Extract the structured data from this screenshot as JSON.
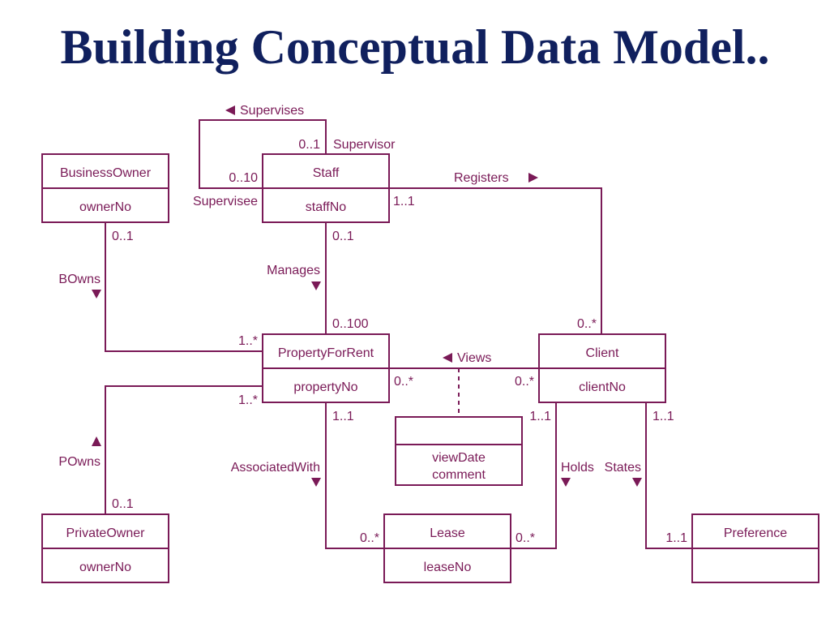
{
  "title": "Building Conceptual Data Model..",
  "colors": {
    "title": "#10205e",
    "diagram": "#7a1a57",
    "background": "#ffffff"
  },
  "entities": {
    "business_owner": {
      "name": "BusinessOwner",
      "attrs": [
        "ownerNo"
      ]
    },
    "staff": {
      "name": "Staff",
      "attrs": [
        "staffNo"
      ]
    },
    "property_for_rent": {
      "name": "PropertyForRent",
      "attrs": [
        "propertyNo"
      ]
    },
    "client": {
      "name": "Client",
      "attrs": [
        "clientNo"
      ]
    },
    "private_owner": {
      "name": "PrivateOwner",
      "attrs": [
        "ownerNo"
      ]
    },
    "lease": {
      "name": "Lease",
      "attrs": [
        "leaseNo"
      ]
    },
    "preference": {
      "name": "Preference",
      "attrs": []
    },
    "views_assoc": {
      "name": "",
      "attrs": [
        "viewDate",
        "comment"
      ]
    }
  },
  "relationships": {
    "supervises": {
      "label": "Supervises",
      "arrow": "left-triangle",
      "from_mult": "0..1",
      "from_role": "Supervisor",
      "to_mult": "0..10",
      "to_role": "Supervisee"
    },
    "registers": {
      "label": "Registers",
      "arrow": "right-triangle",
      "from_mult": "1..1",
      "to_mult": "0..*"
    },
    "manages": {
      "label": "Manages",
      "arrow": "down-triangle",
      "from_mult": "0..1",
      "to_mult": "0..100"
    },
    "bowns": {
      "label": "BOwns",
      "arrow": "down-triangle",
      "from_mult": "0..1",
      "to_mult": "1..*"
    },
    "views": {
      "label": "Views",
      "arrow": "left-triangle",
      "from_mult": "0..*",
      "to_mult": "0..*"
    },
    "powns": {
      "label": "POwns",
      "arrow": "up-triangle",
      "from_mult": "0..1",
      "to_mult": "1..*"
    },
    "associated_with": {
      "label": "AssociatedWith",
      "arrow": "down-triangle",
      "from_mult": "1..1",
      "to_mult": "0..*"
    },
    "holds": {
      "label": "Holds",
      "arrow": "down-triangle",
      "from_mult": "1..1",
      "to_mult": "0..*"
    },
    "states": {
      "label": "States",
      "arrow": "down-triangle",
      "from_mult": "1..1",
      "to_mult": "1..1"
    }
  }
}
